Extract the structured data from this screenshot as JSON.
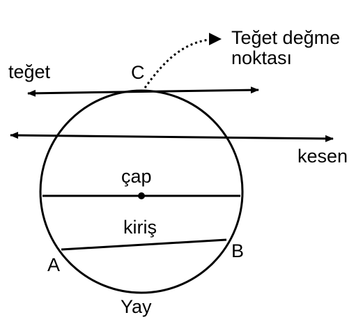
{
  "labels": {
    "tangent": "teğet",
    "point_c": "C",
    "tangent_point_line1": "Teğet değme",
    "tangent_point_line2": "noktası",
    "secant": "kesen",
    "diameter": "çap",
    "chord": "kiriş",
    "point_a": "A",
    "point_b": "B",
    "arc": "Yay"
  },
  "colors": {
    "stroke": "#000000",
    "background": "#ffffff"
  }
}
